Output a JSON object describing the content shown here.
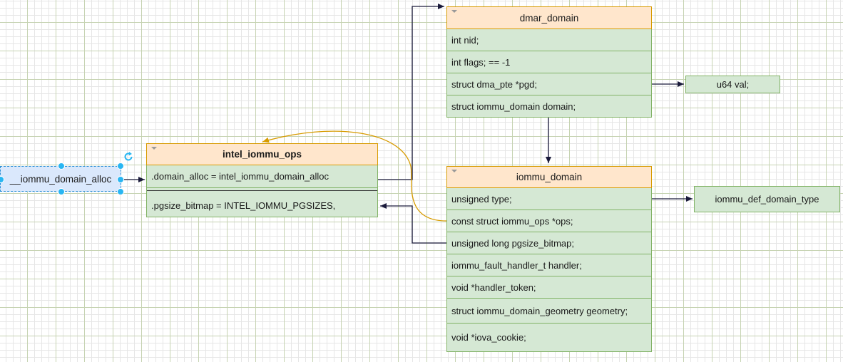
{
  "nodes": {
    "alloc_fn": "__iommu_domain_alloc",
    "intel_iommu_ops": {
      "title": "intel_iommu_ops",
      "rows": [
        ".domain_alloc = intel_iommu_domain_alloc",
        ".pgsize_bitmap = INTEL_IOMMU_PGSIZES,"
      ]
    },
    "dmar_domain": {
      "title": "dmar_domain",
      "rows": [
        "int nid;",
        "int flags; == -1",
        "struct dma_pte *pgd;",
        "struct iommu_domain domain;"
      ]
    },
    "iommu_domain": {
      "title": "iommu_domain",
      "rows": [
        "unsigned type;",
        "const struct iommu_ops *ops;",
        "unsigned long pgsize_bitmap;",
        "iommu_fault_handler_t handler;",
        "void *handler_token;",
        "struct iommu_domain_geometry geometry;",
        "void *iova_cookie;"
      ]
    },
    "u64_val": "u64 val;",
    "iommu_def_domain_type": "iommu_def_domain_type"
  },
  "colors": {
    "header_fill": "#ffe6cc",
    "header_stroke": "#d79b00",
    "row_fill": "#d5e8d4",
    "row_stroke": "#82b366",
    "selected_fill": "#dae8fc",
    "handle": "#29b6f2",
    "edge": "#1a1a3a",
    "edge_highlight": "#d79b00"
  }
}
